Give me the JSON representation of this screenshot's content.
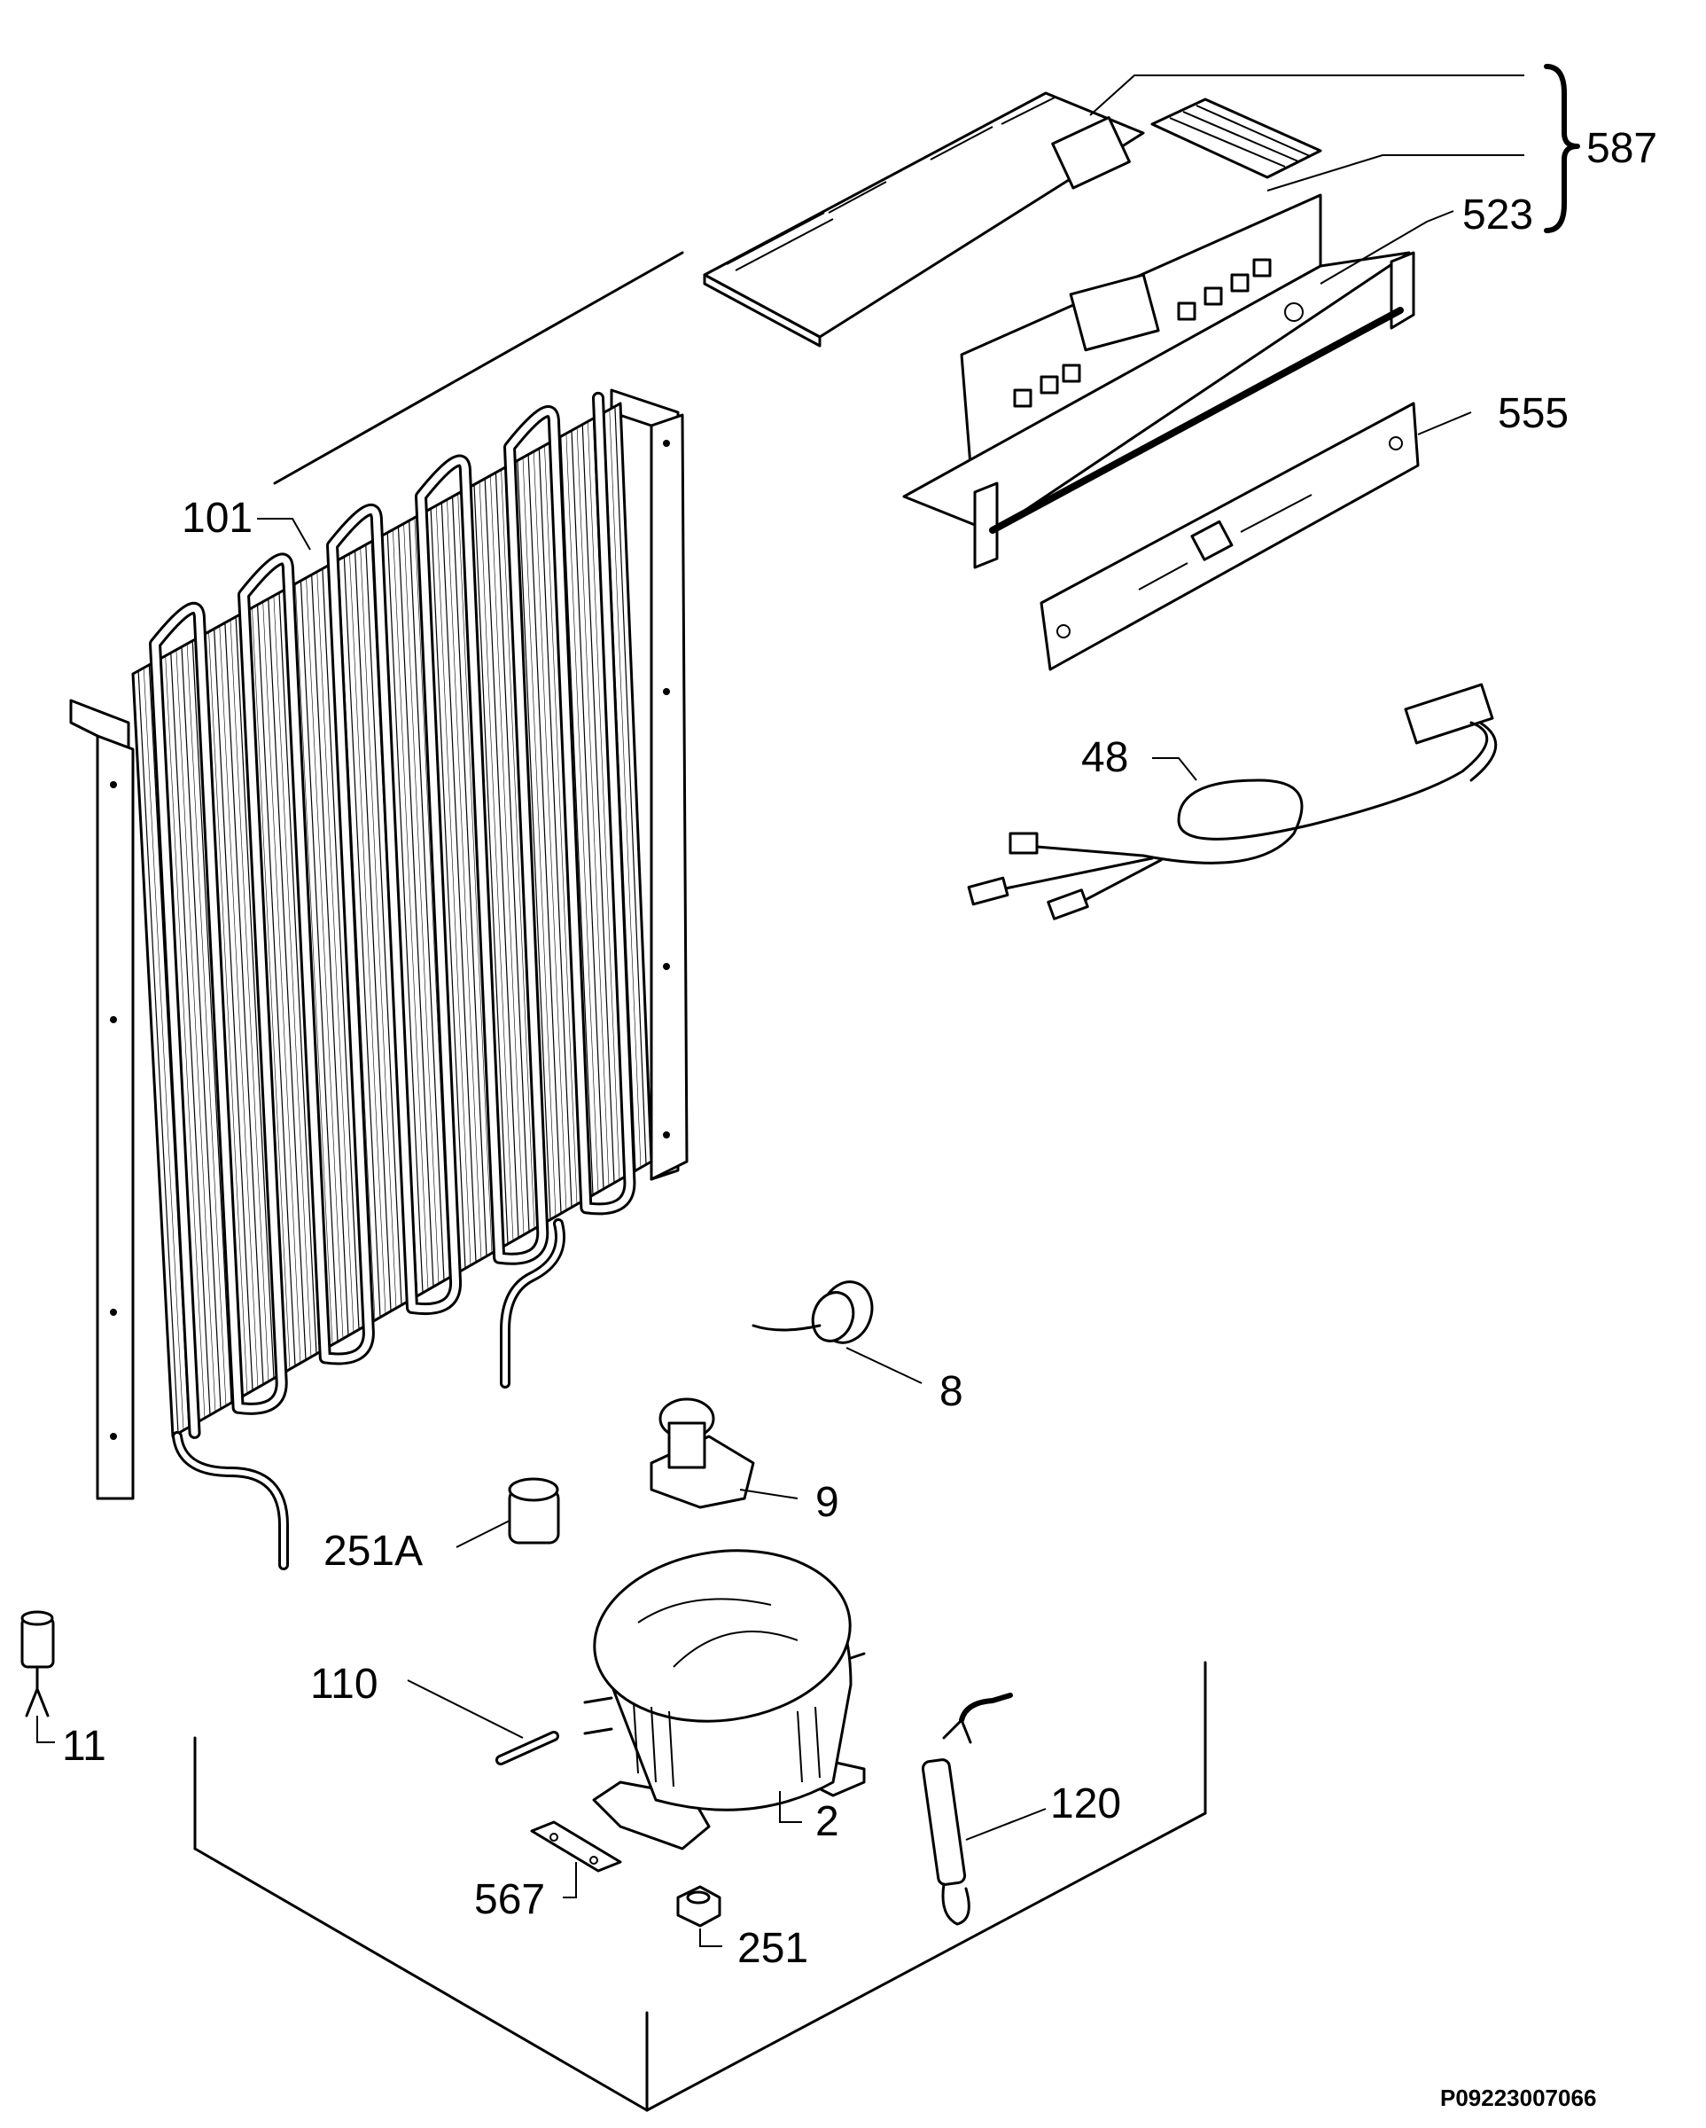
{
  "diagram": {
    "drawing_code": "P09223007066",
    "parts": [
      {
        "id": "p587",
        "label": "587"
      },
      {
        "id": "p523",
        "label": "523"
      },
      {
        "id": "p555",
        "label": "555"
      },
      {
        "id": "p101",
        "label": "101"
      },
      {
        "id": "p48",
        "label": "48"
      },
      {
        "id": "p8",
        "label": "8"
      },
      {
        "id": "p9",
        "label": "9"
      },
      {
        "id": "p251A",
        "label": "251A"
      },
      {
        "id": "p11",
        "label": "11"
      },
      {
        "id": "p110",
        "label": "110"
      },
      {
        "id": "p2",
        "label": "2"
      },
      {
        "id": "p120",
        "label": "120"
      },
      {
        "id": "p567",
        "label": "567"
      },
      {
        "id": "p251",
        "label": "251"
      }
    ]
  }
}
